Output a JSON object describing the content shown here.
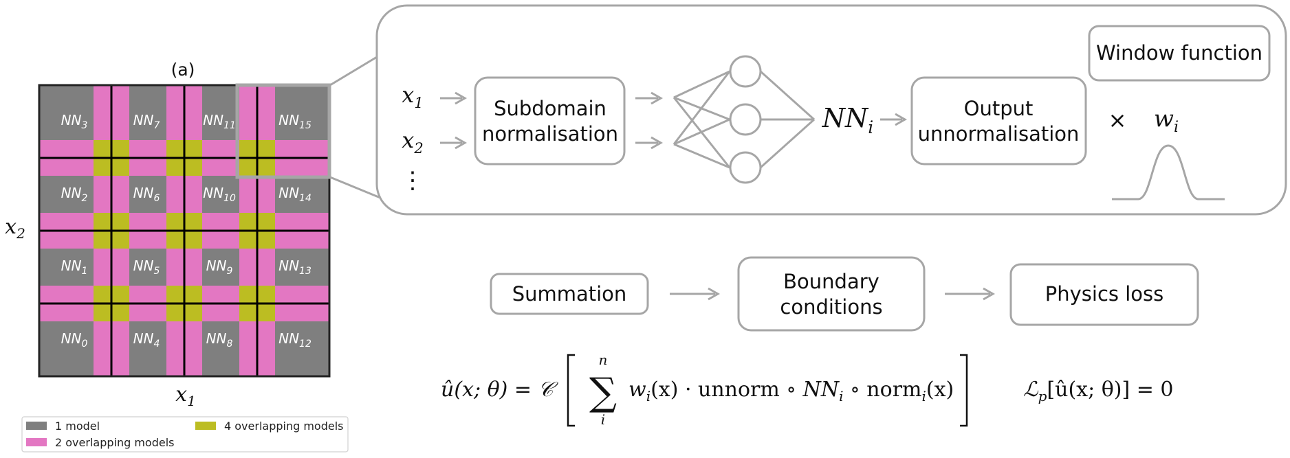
{
  "panel_label": "(a)",
  "axis": {
    "x_label": "x",
    "x_sub": "1",
    "y_label": "x",
    "y_sub": "2"
  },
  "grid": {
    "subdomains": [
      {
        "prefix": "NN",
        "sub": "3"
      },
      {
        "prefix": "NN",
        "sub": "7"
      },
      {
        "prefix": "NN",
        "sub": "11"
      },
      {
        "prefix": "NN",
        "sub": "15"
      },
      {
        "prefix": "NN",
        "sub": "2"
      },
      {
        "prefix": "NN",
        "sub": "6"
      },
      {
        "prefix": "NN",
        "sub": "10"
      },
      {
        "prefix": "NN",
        "sub": "14"
      },
      {
        "prefix": "NN",
        "sub": "1"
      },
      {
        "prefix": "NN",
        "sub": "5"
      },
      {
        "prefix": "NN",
        "sub": "9"
      },
      {
        "prefix": "NN",
        "sub": "13"
      },
      {
        "prefix": "NN",
        "sub": "0"
      },
      {
        "prefix": "NN",
        "sub": "4"
      },
      {
        "prefix": "NN",
        "sub": "8"
      },
      {
        "prefix": "NN",
        "sub": "12"
      }
    ],
    "colors": {
      "one_model": "#7f7f7f",
      "two_overlap": "#e377c2",
      "four_overlap": "#bcbd22",
      "lines": "#000000"
    }
  },
  "legend": [
    {
      "label": "1 model",
      "color": "#7f7f7f"
    },
    {
      "label": "2 overlapping models",
      "color": "#e377c2"
    },
    {
      "label": "4 overlapping models",
      "color": "#bcbd22"
    }
  ],
  "pipeline": {
    "inputs": [
      {
        "var": "x",
        "sub": "1"
      },
      {
        "var": "x",
        "sub": "2"
      }
    ],
    "more_inputs": "⋮",
    "normalise_box": [
      "Subdomain",
      "normalisation"
    ],
    "nn_output": {
      "var": "NN",
      "sub": "i"
    },
    "unnormalise_box": [
      "Output",
      "unnormalisation"
    ],
    "window_box": "Window function",
    "times": "×",
    "window_var": {
      "var": "w",
      "sub": "i"
    }
  },
  "bottom_flow": {
    "summation": "Summation",
    "boundary": [
      "Boundary",
      "conditions"
    ],
    "physics": "Physics loss"
  },
  "equations": {
    "lhs": "û(x; θ) = 𝒞",
    "sum_top": "n",
    "sum_bottom": "i",
    "sum_symbol": "∑",
    "sum_body_1": "w",
    "sum_body_1_sub": "i",
    "sum_body_2": "(x) · unnorm ∘ ",
    "sum_body_3": "NN",
    "sum_body_3_sub": "i",
    "sum_body_4": " ∘ norm",
    "sum_body_4_sub": "i",
    "sum_body_5": "(x)",
    "loss_1": "ℒ",
    "loss_sub": "p",
    "loss_2": "[û(x; θ)] = 0"
  }
}
